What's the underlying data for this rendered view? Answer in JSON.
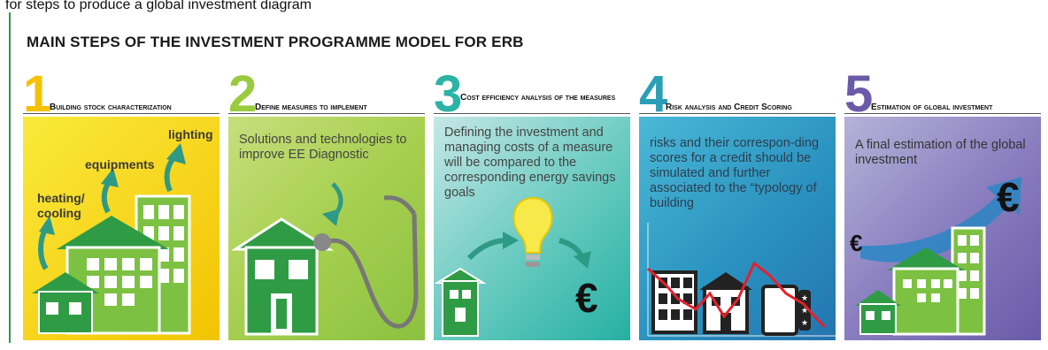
{
  "top_text": "for steps to produce a global investment diagram",
  "title": "MAIN STEPS OF THE INVESTMENT PROGRAMME MODEL FOR ERB",
  "colors": {
    "green": "#2f9b45",
    "light_green": "#7cc142",
    "arrow_teal": "#2e9a86",
    "step1": "#f6c200",
    "step2": "#9acb3f",
    "step3": "#2bb3a6",
    "step4": "#2a9fb6",
    "step5": "#6a5aa8"
  },
  "steps": [
    {
      "number": "1",
      "title": "Building stock characterization",
      "labels": {
        "lighting": "lighting",
        "equipments": "equipments",
        "heating": "heating/",
        "cooling": "cooling"
      }
    },
    {
      "number": "2",
      "title": "Define measures to implement",
      "text": "Solutions and technologies to improve EE Diagnostic"
    },
    {
      "number": "3",
      "title": "Cost efficiency analysis of the measures",
      "text": "Defining the investment and managing costs of a measure will be compared to the corresponding energy savings goals",
      "euro": "€"
    },
    {
      "number": "4",
      "title": "Risk analysis and Credit Scoring",
      "text": "risks and their correspon-ding scores for a credit should be simulated and further associated to the “typology of building"
    },
    {
      "number": "5",
      "title": "Estimation of global investment",
      "text": "A final estimation of the global investment",
      "euro_small": "€",
      "euro_big": "€"
    }
  ]
}
